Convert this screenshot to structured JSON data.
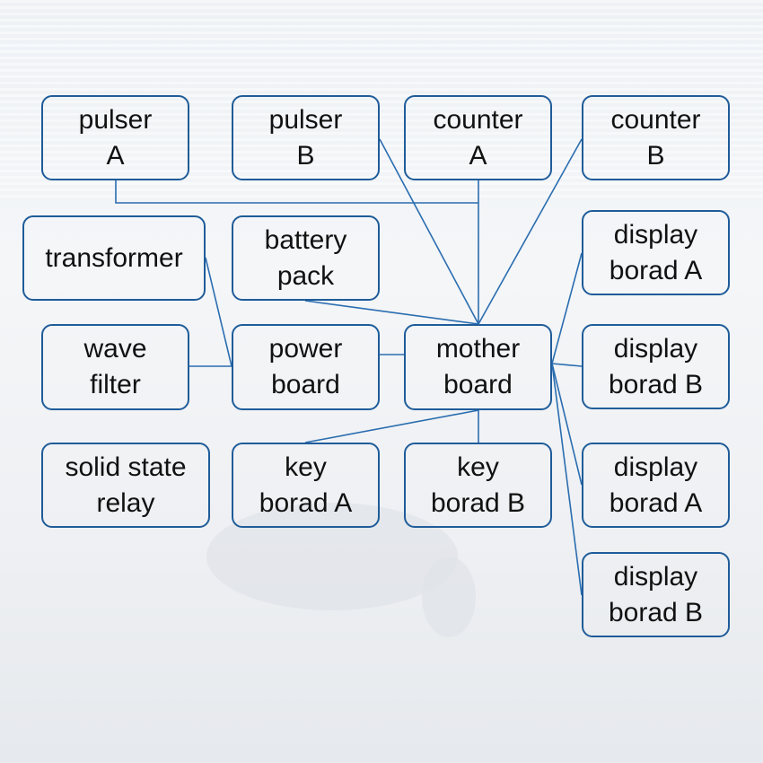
{
  "nodes": {
    "pulser_a": "pulser\nA",
    "pulser_b": "pulser\nB",
    "counter_a": "counter\nA",
    "counter_b": "counter\nB",
    "transformer": "transformer",
    "battery_pack": "battery\npack",
    "display_borad_a_1": "display\nborad A",
    "wave_filter": "wave\nfilter",
    "power_board": "power\nboard",
    "mother_board": "mother\nboard",
    "display_borad_b_1": "display\nborad B",
    "solid_state_relay": "solid state\nrelay",
    "key_borad_a": "key\nborad A",
    "key_borad_b": "key\nborad B",
    "display_borad_a_2": "display\nborad A",
    "display_borad_b_2": "display\nborad B"
  },
  "colors": {
    "box_border": "#1f5c99",
    "line": "#2a6db0",
    "text": "#111111"
  }
}
